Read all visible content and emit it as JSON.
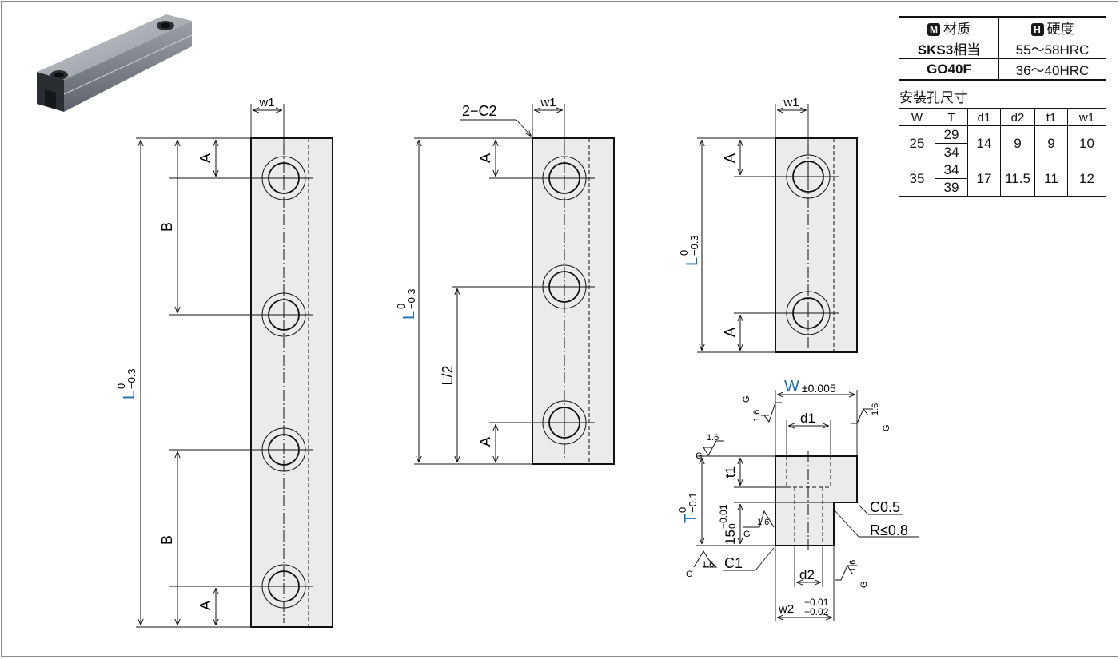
{
  "material_table": {
    "header_material": "材质",
    "header_hardness": "硬度",
    "badge_m": "M",
    "badge_h": "H",
    "rows": [
      {
        "material_bold": "SKS3",
        "material_suffix": "相当",
        "hardness": "55～58HRC"
      },
      {
        "material_bold": "GO40F",
        "material_suffix": "",
        "hardness": "36～40HRC"
      }
    ]
  },
  "hole_table": {
    "title": "安装孔尺寸",
    "headers": [
      "W",
      "T",
      "d1",
      "d2",
      "t1",
      "w1"
    ],
    "rows": [
      {
        "W": "25",
        "T1": "29",
        "T2": "34",
        "d1": "14",
        "d2": "9",
        "t1": "9",
        "w1": "10"
      },
      {
        "W": "35",
        "T1": "34",
        "T2": "39",
        "d1": "17",
        "d2": "11.5",
        "t1": "11",
        "w1": "12"
      }
    ]
  },
  "view1": {
    "w1": "w1",
    "A": "A",
    "B": "B",
    "L": "L",
    "tol_upper": "0",
    "tol_lower": "−0.3"
  },
  "view2": {
    "w1": "w1",
    "chamfer": "2−C2",
    "A": "A",
    "half": "L/2",
    "L": "L",
    "tol_upper": "0",
    "tol_lower": "−0.3"
  },
  "view3": {
    "w1": "w1",
    "A": "A",
    "L": "L",
    "tol_upper": "0",
    "tol_lower": "−0.3"
  },
  "section": {
    "W": "W",
    "W_tol": "±0.005",
    "d1": "d1",
    "d2": "d2",
    "t1": "t1",
    "T": "T",
    "T_tol_upper": "0",
    "T_tol_lower": "−0.1",
    "h15": "15",
    "h15_tol_upper": "+0.01",
    "h15_tol_lower": "0",
    "C05": "C0.5",
    "R": "R≤0.8",
    "C1": "C1",
    "w2": "w2",
    "w2_tol_upper": "−0.01",
    "w2_tol_lower": "−0.02",
    "roughness": "1.6",
    "grind": "G"
  },
  "colors": {
    "accent": "#1a6fb5",
    "part_fill": "#ebebeb",
    "line": "#111111"
  }
}
